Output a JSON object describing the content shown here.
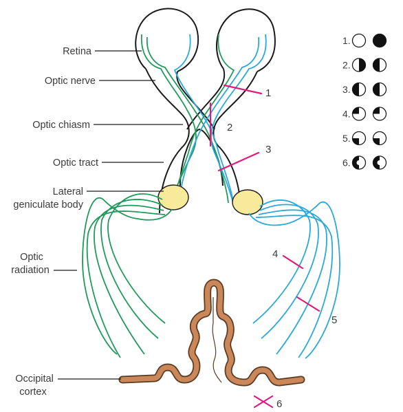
{
  "labels": {
    "retina": "Retina",
    "optic_nerve": "Optic nerve",
    "optic_chiasm": "Optic chiasm",
    "optic_tract": "Optic tract",
    "lgb_line1": "Lateral",
    "lgb_line2": "geniculate body",
    "radiation_line1": "Optic",
    "radiation_line2": "radiation",
    "cortex_line1": "Occipital",
    "cortex_line2": "cortex"
  },
  "lesion_numbers": [
    "1",
    "2",
    "3",
    "4",
    "5",
    "6"
  ],
  "legend": [
    {
      "label": "1.",
      "left_eye": "blank",
      "right_eye": "full"
    },
    {
      "label": "2.",
      "left_eye": "right-half",
      "right_eye": "left-half"
    },
    {
      "label": "3.",
      "left_eye": "left-half",
      "right_eye": "left-half"
    },
    {
      "label": "4.",
      "left_eye": "upper-left-quadrant",
      "right_eye": "upper-left-quadrant"
    },
    {
      "label": "5.",
      "left_eye": "lower-left-quadrant",
      "right_eye": "lower-left-quadrant"
    },
    {
      "label": "6.",
      "left_eye": "left-half-macular-sparing",
      "right_eye": "left-half-macular-sparing"
    }
  ],
  "colors": {
    "left_fibers": "#1f9a5a",
    "right_fibers": "#2aa8da",
    "lesion": "#e0197d",
    "lgb": "#f7eb9b",
    "cortex": "#c9875a"
  }
}
